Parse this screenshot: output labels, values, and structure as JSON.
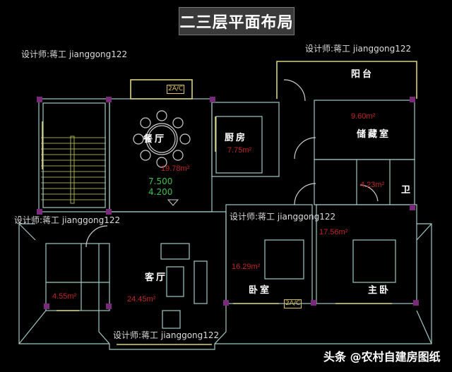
{
  "title": "二三层平面布局",
  "rooms": {
    "dining": {
      "label": "餐厅",
      "area": "19.78m²"
    },
    "kitchen": {
      "label": "厨房",
      "area": "7.75m²"
    },
    "balcony": {
      "label": "阳台"
    },
    "storage": {
      "label": "储藏室",
      "area": "9.60m²"
    },
    "bath_small": {
      "label": "卫",
      "area": "4.23m²"
    },
    "master": {
      "label": "主卧",
      "area": "17.56m²"
    },
    "bedroom": {
      "label": "卧室",
      "area": "16.29m²"
    },
    "living": {
      "label": "客厅",
      "area": "24.45m²"
    },
    "bath_left": {
      "area": "4.55m²"
    }
  },
  "levels": [
    "7.500",
    "4.200"
  ],
  "ac_label": "2A/C",
  "watermark": "设计师:蒋工 jianggong122",
  "credit": "头条 @农村自建房图纸",
  "colors": {
    "wall": "#9fc9c2",
    "window": "#d8d27a",
    "column": "#7a2a7a",
    "area_text": "#c0282a",
    "level_text": "#3fbf4f"
  }
}
